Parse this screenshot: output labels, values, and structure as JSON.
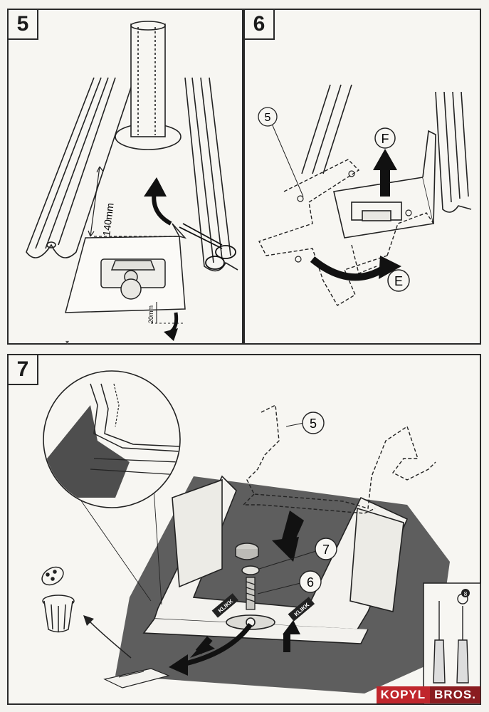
{
  "panels": {
    "p5": {
      "number": "5",
      "dim_long": "140mm",
      "dim_short": "20mm"
    },
    "p6": {
      "number": "6",
      "label_part": "5",
      "label_lift": "F",
      "label_turn": "E"
    },
    "p7": {
      "number": "7",
      "label_frame": "5",
      "label_nut": "7",
      "label_bolt": "6",
      "klikk_left": "KLIKK",
      "klikk_right": "KLIKK",
      "tool_badge": "8"
    }
  },
  "brand": {
    "part1": "KOPYL",
    "part2": "BROS."
  },
  "colors": {
    "ink": "#1a1a1a",
    "shade": "#6b6b6b",
    "brand_red": "#c0262c"
  }
}
